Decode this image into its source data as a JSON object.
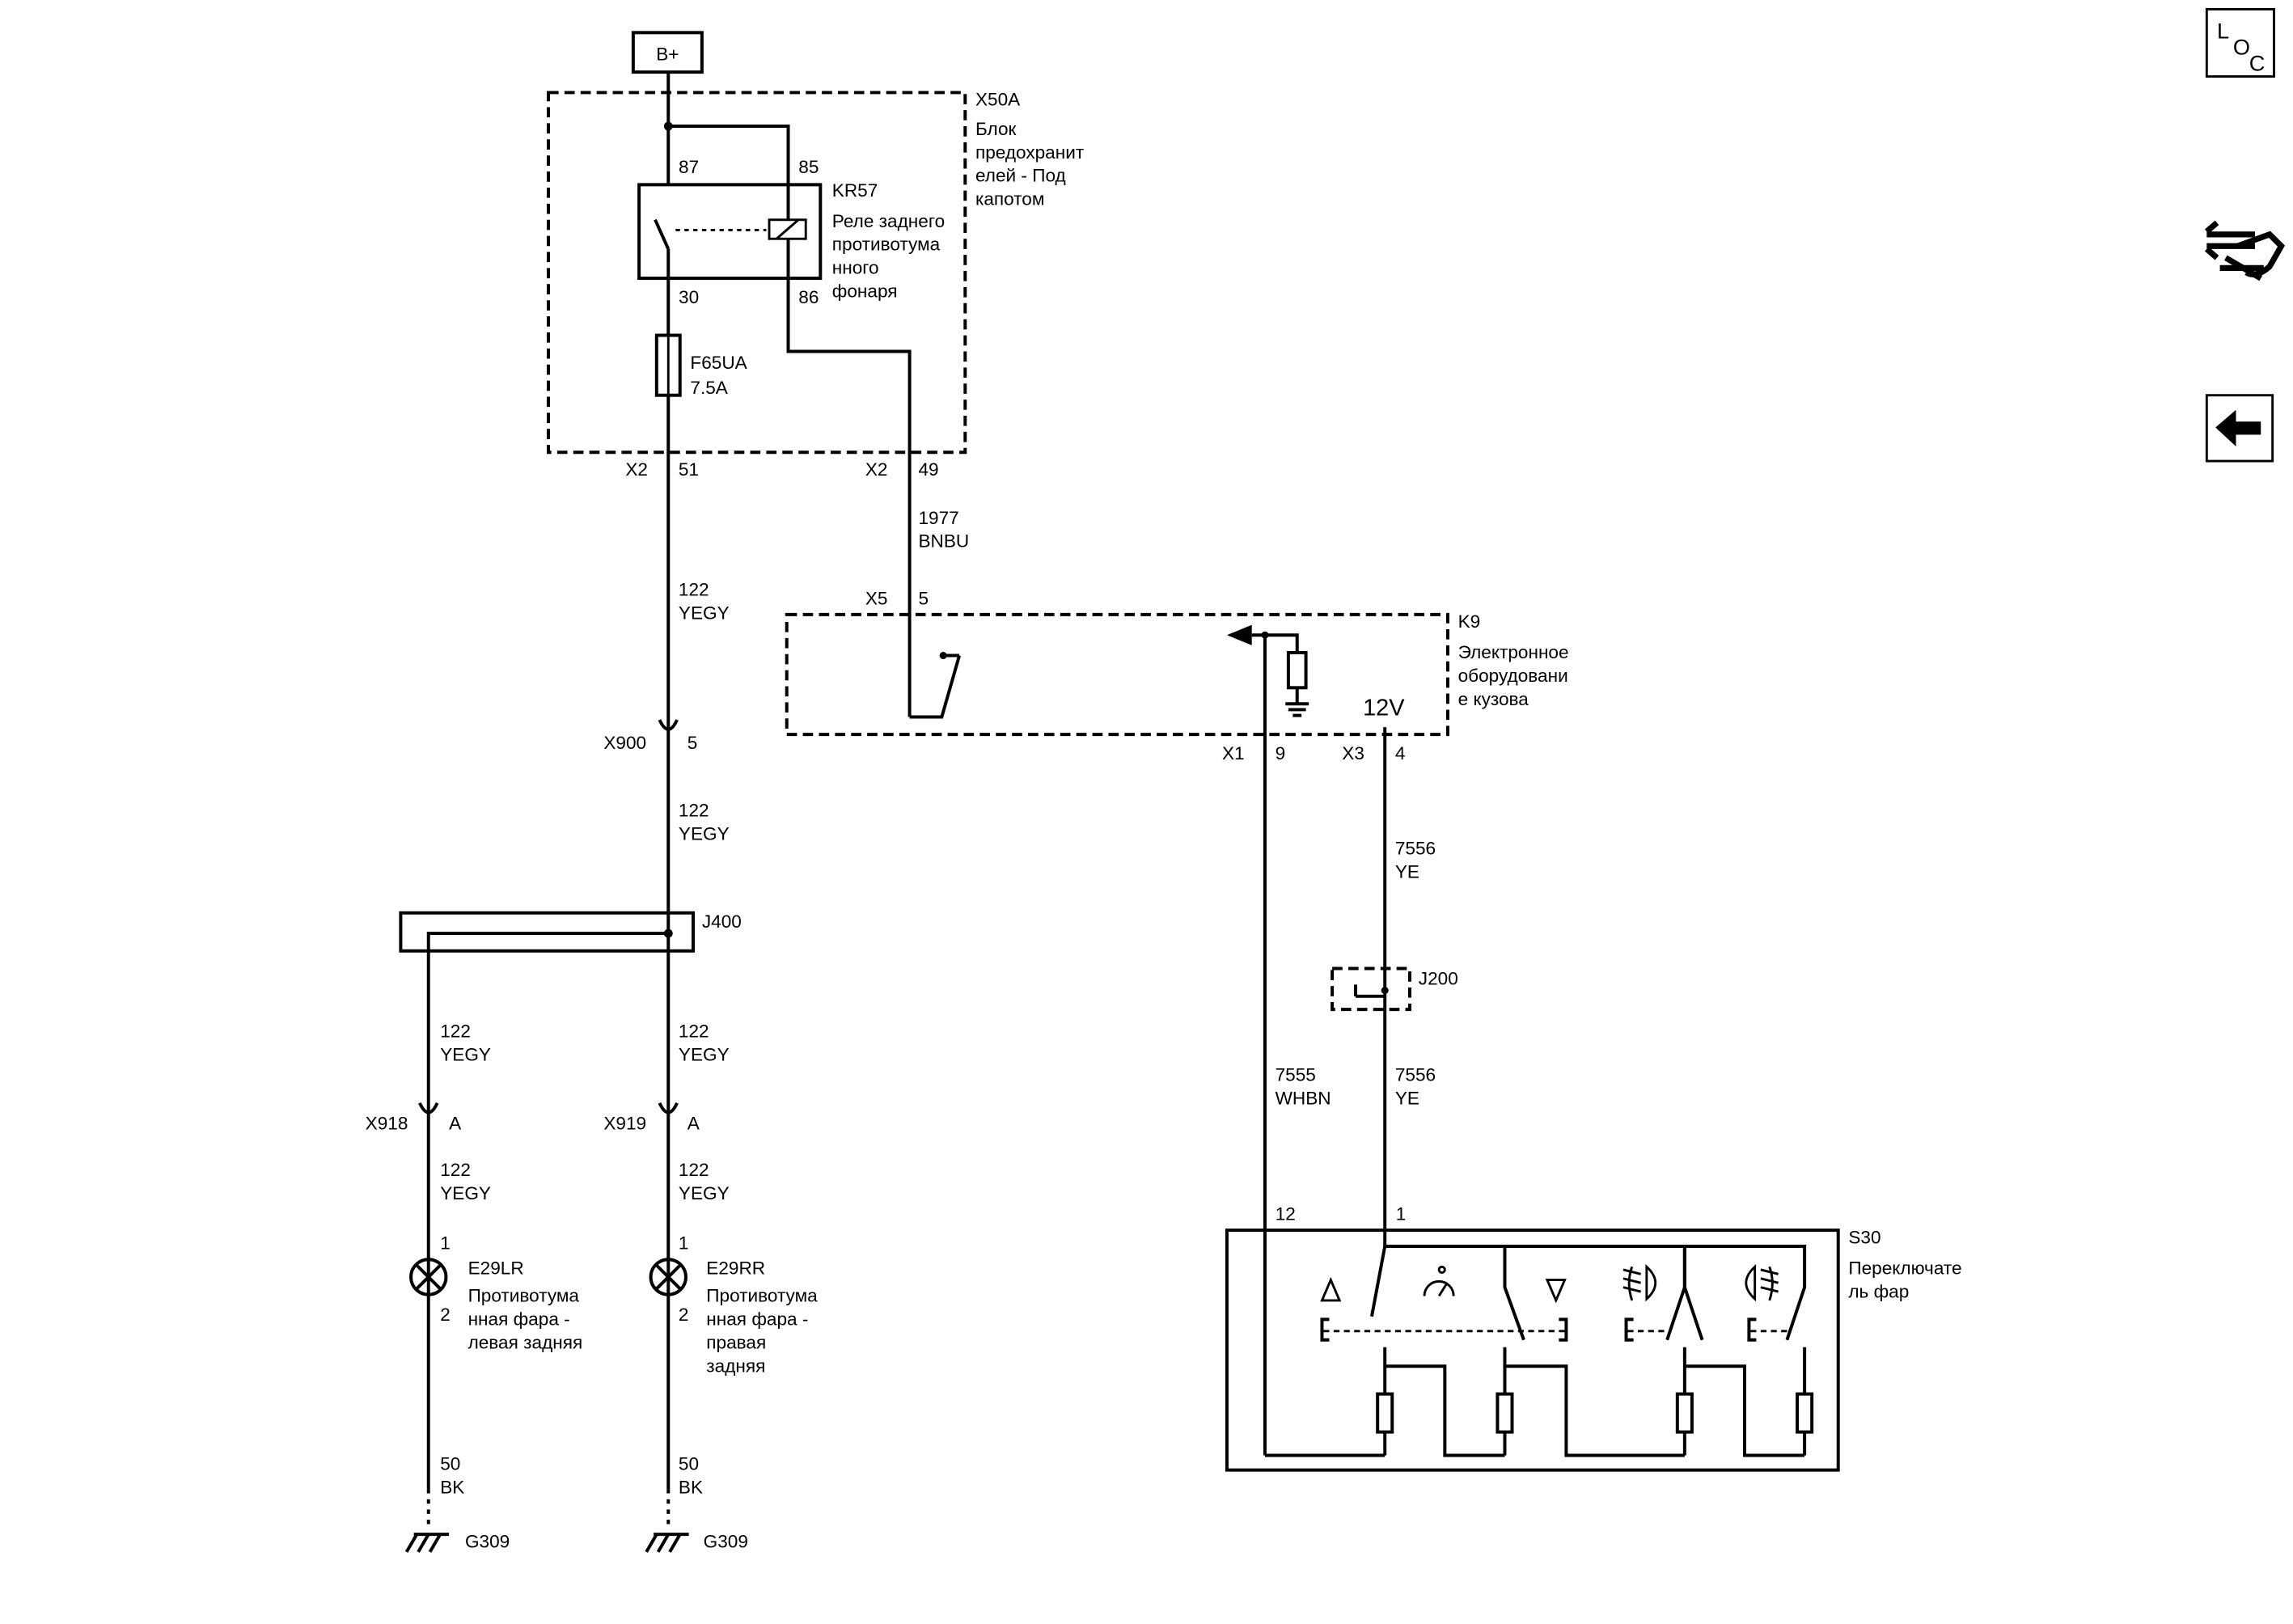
{
  "power": {
    "label": "B+"
  },
  "x50a": {
    "id": "X50A",
    "desc": [
      "Блок",
      "предохранит",
      "елей - Под",
      "капотом"
    ]
  },
  "kr57": {
    "id": "KR57",
    "desc": [
      "Реле заднего",
      "противотума",
      "нного",
      "фонаря"
    ],
    "pins": {
      "p87": "87",
      "p85": "85",
      "p30": "30",
      "p86": "86"
    }
  },
  "fuse": {
    "id": "F65UA",
    "rating": "7.5A"
  },
  "x2_51": {
    "conn": "X2",
    "pin": "51"
  },
  "x2_49": {
    "conn": "X2",
    "pin": "49"
  },
  "wire_1977": {
    "num": "1977",
    "color": "BNBU"
  },
  "wire_122_a": {
    "num": "122",
    "color": "YEGY"
  },
  "wire_122_b": {
    "num": "122",
    "color": "YEGY"
  },
  "wire_122_c": {
    "num": "122",
    "color": "YEGY"
  },
  "wire_122_d": {
    "num": "122",
    "color": "YEGY"
  },
  "wire_122_e": {
    "num": "122",
    "color": "YEGY"
  },
  "wire_122_f": {
    "num": "122",
    "color": "YEGY"
  },
  "x5": {
    "conn": "X5",
    "pin": "5"
  },
  "k9": {
    "id": "K9",
    "desc": [
      "Электронное",
      "оборудовани",
      "е кузова"
    ],
    "voltage": "12V"
  },
  "x1": {
    "conn": "X1",
    "pin": "9"
  },
  "x3": {
    "conn": "X3",
    "pin": "4"
  },
  "x900": {
    "conn": "X900",
    "pin": "5"
  },
  "j400": {
    "id": "J400"
  },
  "j200": {
    "id": "J200"
  },
  "wire_7556_a": {
    "num": "7556",
    "color": "YE"
  },
  "wire_7556_b": {
    "num": "7556",
    "color": "YE"
  },
  "wire_7555": {
    "num": "7555",
    "color": "WHBN"
  },
  "x918": {
    "conn": "X918",
    "pin": "A"
  },
  "x919": {
    "conn": "X919",
    "pin": "A"
  },
  "e29lr": {
    "id": "E29LR",
    "desc": [
      "Противотума",
      "нная фара -",
      "левая задняя"
    ],
    "pin1": "1",
    "pin2": "2"
  },
  "e29rr": {
    "id": "E29RR",
    "desc": [
      "Противотума",
      "нная фара -",
      "правая",
      "задняя"
    ],
    "pin1": "1",
    "pin2": "2"
  },
  "wire_50_l": {
    "num": "50",
    "color": "BK"
  },
  "wire_50_r": {
    "num": "50",
    "color": "BK"
  },
  "g309_l": {
    "id": "G309"
  },
  "g309_r": {
    "id": "G309"
  },
  "s30": {
    "id": "S30",
    "desc": [
      "Переключате",
      "ль фар"
    ],
    "pin12": "12",
    "pin1": "1"
  },
  "sidebar": {
    "loc_l": "L",
    "loc_o": "O",
    "loc_c": "C"
  }
}
